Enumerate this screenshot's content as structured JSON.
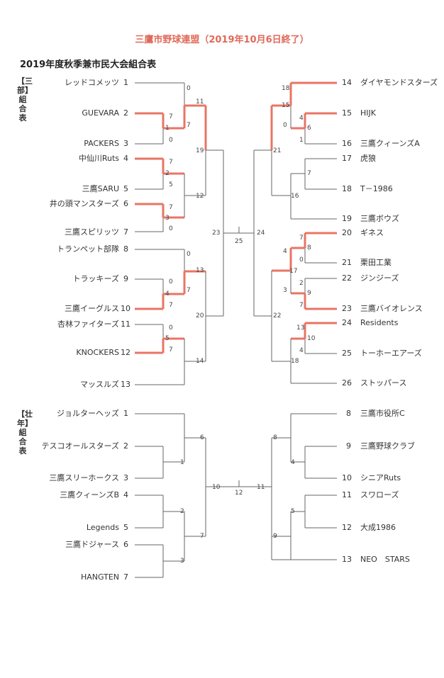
{
  "header": "三鷹市野球連盟（2019年10月6日終了）",
  "subtitle": "2019年度秋季兼市民大会組合表",
  "sections": {
    "sanbu_label": "【三部】組合表",
    "sonen_label": "【壮年】組合表"
  },
  "sanbu": {
    "left_teams": [
      {
        "seed": "1",
        "name": "レッドコメッツ"
      },
      {
        "seed": "2",
        "name": "GUEVARA"
      },
      {
        "seed": "3",
        "name": "PACKERS"
      },
      {
        "seed": "4",
        "name": "中仙川Ruts"
      },
      {
        "seed": "5",
        "name": "三鷹SARU"
      },
      {
        "seed": "6",
        "name": "井の頭マンスターズ"
      },
      {
        "seed": "7",
        "name": "三鷹スピリッツ"
      },
      {
        "seed": "8",
        "name": "トランペット部隊"
      },
      {
        "seed": "9",
        "name": "トラッキーズ"
      },
      {
        "seed": "10",
        "name": "三鷹イーグルス"
      },
      {
        "seed": "11",
        "name": "杏林ファイターズ"
      },
      {
        "seed": "12",
        "name": "KNOCKERS"
      },
      {
        "seed": "13",
        "name": "マッスルズ"
      }
    ],
    "right_teams": [
      {
        "seed": "14",
        "name": "ダイヤモンドスターズ"
      },
      {
        "seed": "15",
        "name": "HIJK"
      },
      {
        "seed": "16",
        "name": "三鷹クィーンズA"
      },
      {
        "seed": "17",
        "name": "虎狼"
      },
      {
        "seed": "18",
        "name": "T－1986"
      },
      {
        "seed": "19",
        "name": "三鷹ボウズ"
      },
      {
        "seed": "20",
        "name": "ギネス"
      },
      {
        "seed": "21",
        "name": "栗田工業"
      },
      {
        "seed": "22",
        "name": "ジンジーズ"
      },
      {
        "seed": "23",
        "name": "三鷹バイオレンス"
      },
      {
        "seed": "24",
        "name": "Residents"
      },
      {
        "seed": "25",
        "name": "トーホーエアーズ"
      },
      {
        "seed": "26",
        "name": "ストッパース"
      }
    ],
    "scores": {
      "s0a": "0",
      "s7a": "7",
      "s1a": "1",
      "s0b": "0",
      "s11": "11",
      "s7b": "7",
      "s7c": "7",
      "s2a": "2",
      "s5a": "5",
      "s7d": "7",
      "s3a": "3",
      "s0c": "0",
      "s12": "12",
      "s19": "19",
      "s0d": "0",
      "s0e": "0",
      "s4a": "4",
      "s7e": "7",
      "s13": "13",
      "s7f": "7",
      "s0f": "0",
      "s5b": "5",
      "s7g": "7",
      "s14": "14",
      "s20": "20",
      "s23": "23",
      "s25": "25",
      "s24": "24",
      "s18": "18",
      "s15": "15",
      "s4b": "4",
      "s0g": "0",
      "s6a": "6",
      "s1b": "1",
      "s7h": "7",
      "s16": "16",
      "s21": "21",
      "s7i": "7",
      "s4c": "4",
      "s8a": "8",
      "s0h": "0",
      "s17": "17",
      "s2b": "2",
      "s3b": "3",
      "s9a": "9",
      "s7j": "7",
      "s13b": "13",
      "s10a": "10",
      "s4d": "4",
      "s18b": "18",
      "s22": "22"
    }
  },
  "sonen": {
    "left_teams": [
      {
        "seed": "1",
        "name": "ジョルターヘッズ"
      },
      {
        "seed": "2",
        "name": "テスコオールスターズ"
      },
      {
        "seed": "3",
        "name": "三鷹スリーホークス"
      },
      {
        "seed": "4",
        "name": "三鷹クィーンズB"
      },
      {
        "seed": "5",
        "name": "Legends"
      },
      {
        "seed": "6",
        "name": "三鷹ドジャース"
      },
      {
        "seed": "7",
        "name": "HANGTEN"
      }
    ],
    "right_teams": [
      {
        "seed": "8",
        "name": "三鷹市役所C"
      },
      {
        "seed": "9",
        "name": "三鷹野球クラブ"
      },
      {
        "seed": "10",
        "name": "シニアRuts"
      },
      {
        "seed": "11",
        "name": "スワローズ"
      },
      {
        "seed": "12",
        "name": "大成1986"
      },
      {
        "seed": "13",
        "name": "NEO　STARS"
      }
    ],
    "scores": {
      "t6": "6",
      "t1": "1",
      "t2": "2",
      "t7": "7",
      "t3": "3",
      "t10": "10",
      "t12": "12",
      "t11": "11",
      "t8": "8",
      "t4": "4",
      "t5": "5",
      "t9": "9"
    }
  }
}
